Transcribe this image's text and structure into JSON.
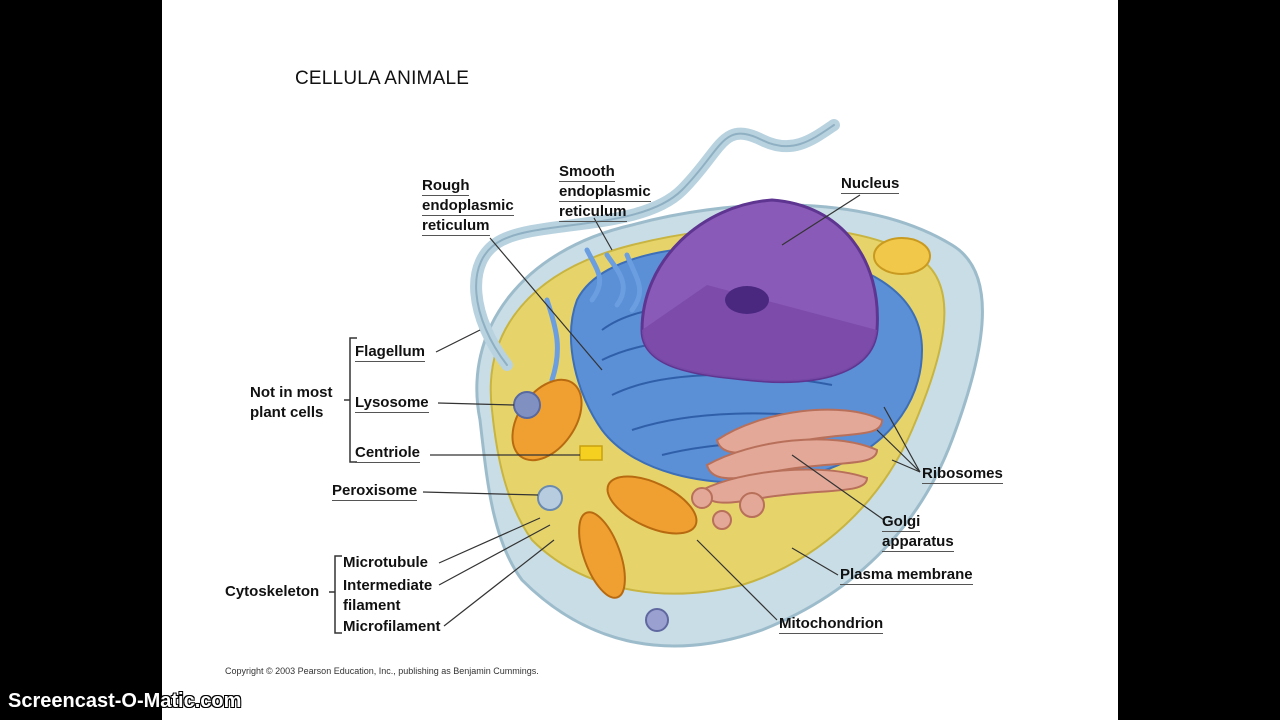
{
  "slide": {
    "title": "CELLULA ANIMALE",
    "copyright": "Copyright © 2003 Pearson Education, Inc., publishing as Benjamin Cummings."
  },
  "labels": {
    "rough_er": [
      "Rough",
      "endoplasmic",
      "reticulum"
    ],
    "smooth_er": [
      "Smooth",
      "endoplasmic",
      "reticulum"
    ],
    "nucleus": "Nucleus",
    "flagellum": "Flagellum",
    "lysosome": "Lysosome",
    "centriole": "Centriole",
    "not_in_plant": [
      "Not in most",
      "plant cells"
    ],
    "peroxisome": "Peroxisome",
    "ribosomes": "Ribosomes",
    "golgi": [
      "Golgi",
      "apparatus"
    ],
    "plasma_membrane": "Plasma membrane",
    "microtubule": "Microtubule",
    "intermediate_filament": [
      "Intermediate",
      "filament"
    ],
    "microfilament": "Microfilament",
    "cytoskeleton": "Cytoskeleton",
    "mitochondrion": "Mitochondrion"
  },
  "watermark": "Screencast-O-Matic.com",
  "colors": {
    "membrane": "#c9dde6",
    "cytoplasm": "#e6d46a",
    "er": "#5b8fd6",
    "nucleus": "#7a4aa8",
    "golgi": "#e0a090",
    "mitochondrion": "#f0a030"
  }
}
